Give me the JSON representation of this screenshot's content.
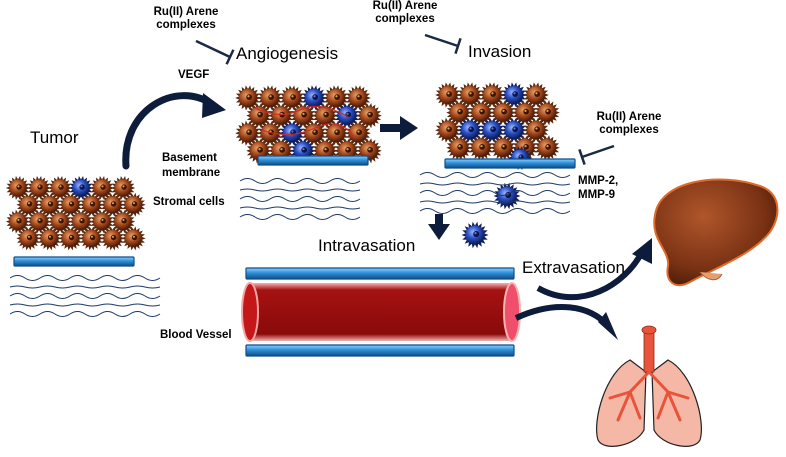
{
  "labels": {
    "tumor": "Tumor",
    "angiogenesis": "Angiogenesis",
    "invasion": "Invasion",
    "intravasation": "Intravasation",
    "extravasation": "Extravasation",
    "vegf": "VEGF",
    "basement_membrane_1": "Basement",
    "basement_membrane_2": "membrane",
    "stromal_cells": "Stromal cells",
    "blood_vessel": "Blood Vessel",
    "mmp_1": "MMP-2,",
    "mmp_2": "MMP-9",
    "inhibitor_1_line1": "Ru(II) Arene",
    "inhibitor_1_line2": "complexes",
    "inhibitor_2_line1": "Ru(II) Arene",
    "inhibitor_2_line2": "complexes",
    "inhibitor_3_line1": "Ru(II) Arene",
    "inhibitor_3_line2": "complexes"
  },
  "colors": {
    "tumor_cell_fill": "#8a3a1a",
    "tumor_cell_spikes": "#5a2a10",
    "metastatic_cell_fill": "#1f3f9a",
    "membrane_blue": "#2e8fd6",
    "membrane_edge": "#0f4d8a",
    "vessel_red": "#9e0c0c",
    "vessel_wall_pink": "#f3a4a4",
    "stroma_line": "#1c3a66",
    "liver": "#7a3214",
    "lung_fill": "#f5b8a6",
    "trachea": "#e8543a"
  },
  "icons": [
    "tumor-cell-icon",
    "metastatic-cell-icon",
    "liver-icon",
    "lungs-icon",
    "inhibition-bar-icon",
    "arrow-icon"
  ]
}
